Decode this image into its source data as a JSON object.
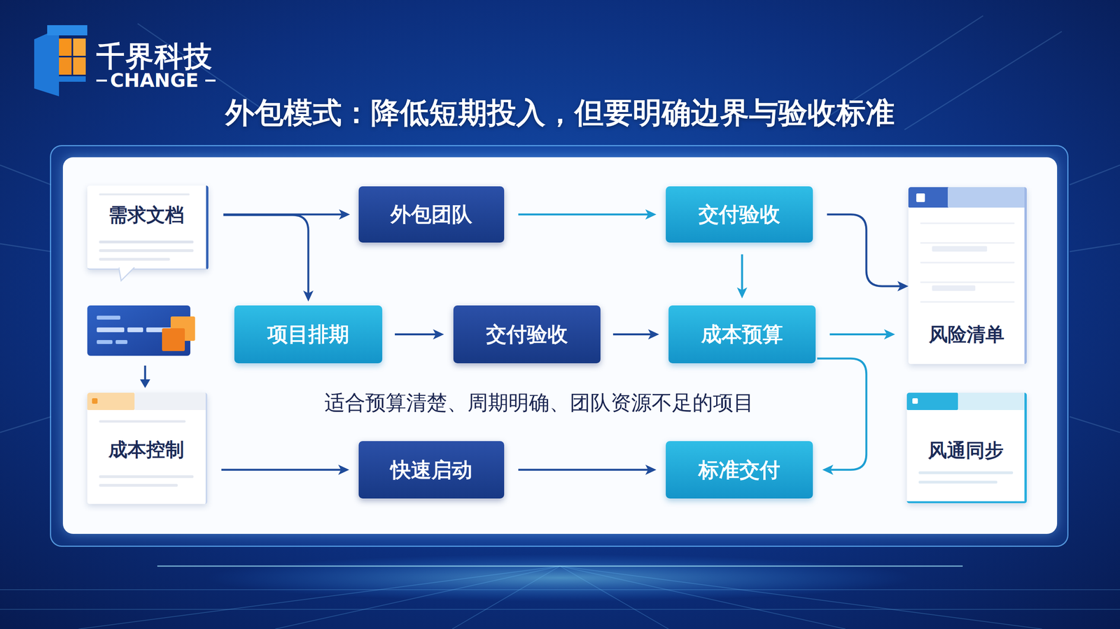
{
  "diagram": {
    "title": "外包模式：降低短期投入，但要明确边界与验收标准",
    "caption": "适合预算清楚、周期明确、团队资源不足的项目",
    "nodes": [
      {
        "text": [
          "需求文档"
        ]
      },
      {
        "text": [
          "外包团队"
        ]
      },
      {
        "text": [
          "交付验收"
        ]
      },
      {
        "text": [
          "风险清单"
        ]
      },
      {
        "text": [
          "项目排期"
        ]
      },
      {
        "text": [
          "交付验收"
        ]
      },
      {
        "text": [
          "成本预算"
        ]
      },
      {
        "text": [
          "成本控制"
        ]
      },
      {
        "text": [
          "快速启动"
        ]
      },
      {
        "text": [
          "标准交付"
        ]
      },
      {
        "text": [
          "风通同步"
        ]
      }
    ],
    "edges": [
      {
        "from": 0,
        "to": 1,
        "arrow": "to"
      },
      {
        "from": 0,
        "to": 4,
        "arrow": "to"
      },
      {
        "from": 1,
        "to": 2,
        "arrow": "to"
      },
      {
        "from": 2,
        "to": 3,
        "arrow": "to"
      },
      {
        "from": 2,
        "to": 6,
        "arrow": "to"
      },
      {
        "from": 4,
        "to": 5,
        "arrow": "to"
      },
      {
        "from": 5,
        "to": 6,
        "arrow": "to"
      },
      {
        "from": 6,
        "to": 3,
        "arrow": "to"
      },
      {
        "from": 6,
        "to": 9,
        "arrow": "to"
      },
      {
        "from": 7,
        "to": 8,
        "arrow": "to"
      },
      {
        "from": 8,
        "to": 9,
        "arrow": "to"
      }
    ],
    "labels": [
      "千界科技",
      "CHANGE"
    ]
  }
}
